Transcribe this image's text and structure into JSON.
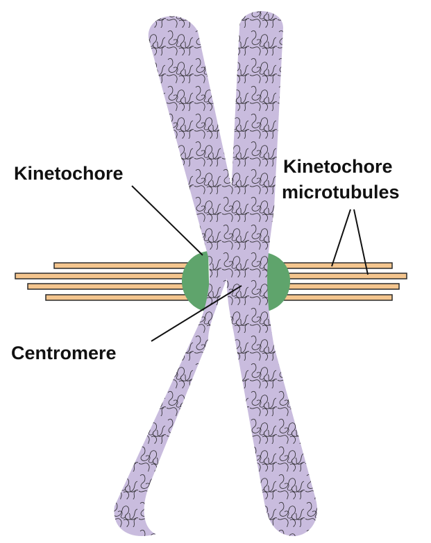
{
  "labels": {
    "kinetochore_left": "Kinetochore",
    "kinetochore_right_line1": "Kinetochore",
    "kinetochore_right_line2": "microtubules",
    "centromere": "Centromere"
  },
  "colors": {
    "chromatid_fill": "#c9bcde",
    "chromatin_line": "#1a1a1a",
    "kinetochore_fill": "#5fa46c",
    "microtubule_fill": "#f4c58e",
    "microtubule_stroke": "#2a2a2a",
    "leader_line": "#111111"
  }
}
